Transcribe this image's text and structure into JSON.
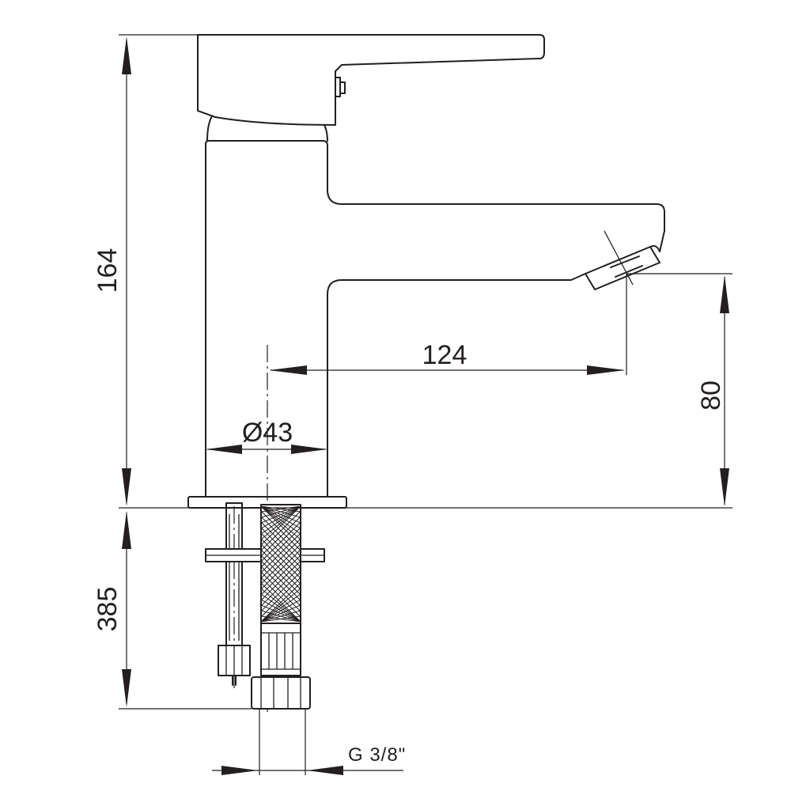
{
  "dimensions": {
    "height_total": "164",
    "spout_reach": "124",
    "spout_height": "80",
    "body_diameter": "Ø43",
    "hose_length": "385",
    "connection_thread": "G 3/8\""
  }
}
